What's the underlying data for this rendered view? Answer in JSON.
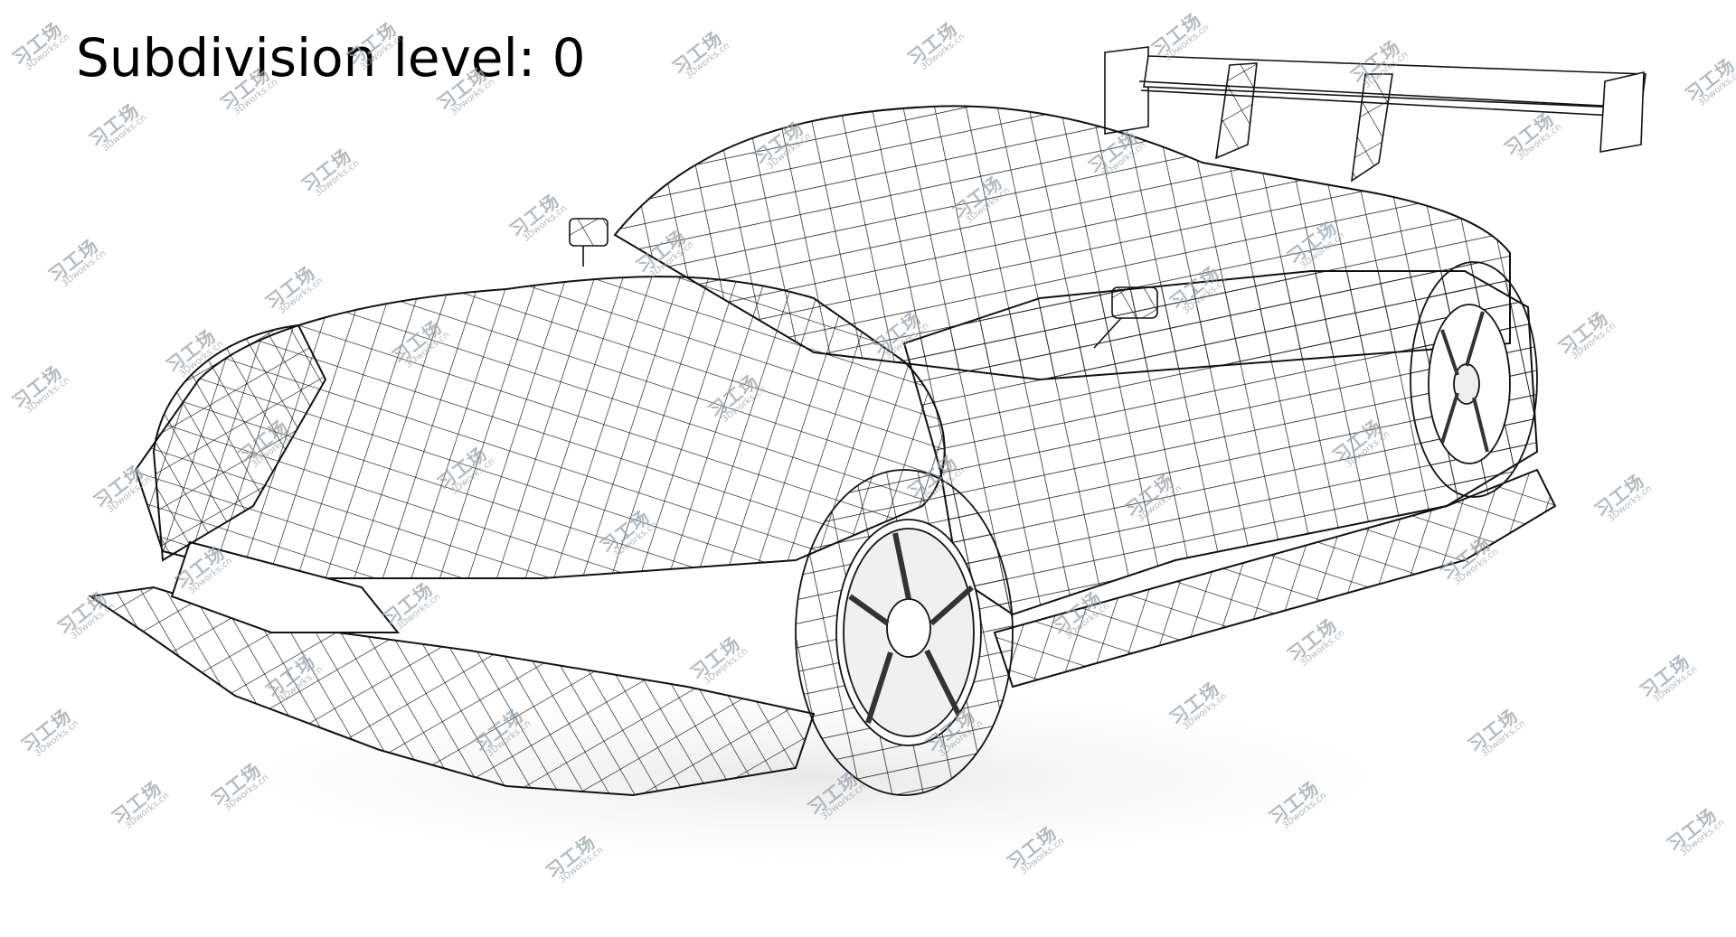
{
  "caption": {
    "text": "Subdivision level: 0"
  },
  "render": {
    "subject": "Sports race car wireframe (3D model, quad mesh)",
    "subdivision_level": 0,
    "background_color": "#ffffff",
    "line_color": "#111111",
    "shadow_color": "#e6e6e6"
  },
  "watermark": {
    "text_cn": "习工场",
    "text_en": "3Dworks.cn",
    "color": "#9aa4ab"
  }
}
